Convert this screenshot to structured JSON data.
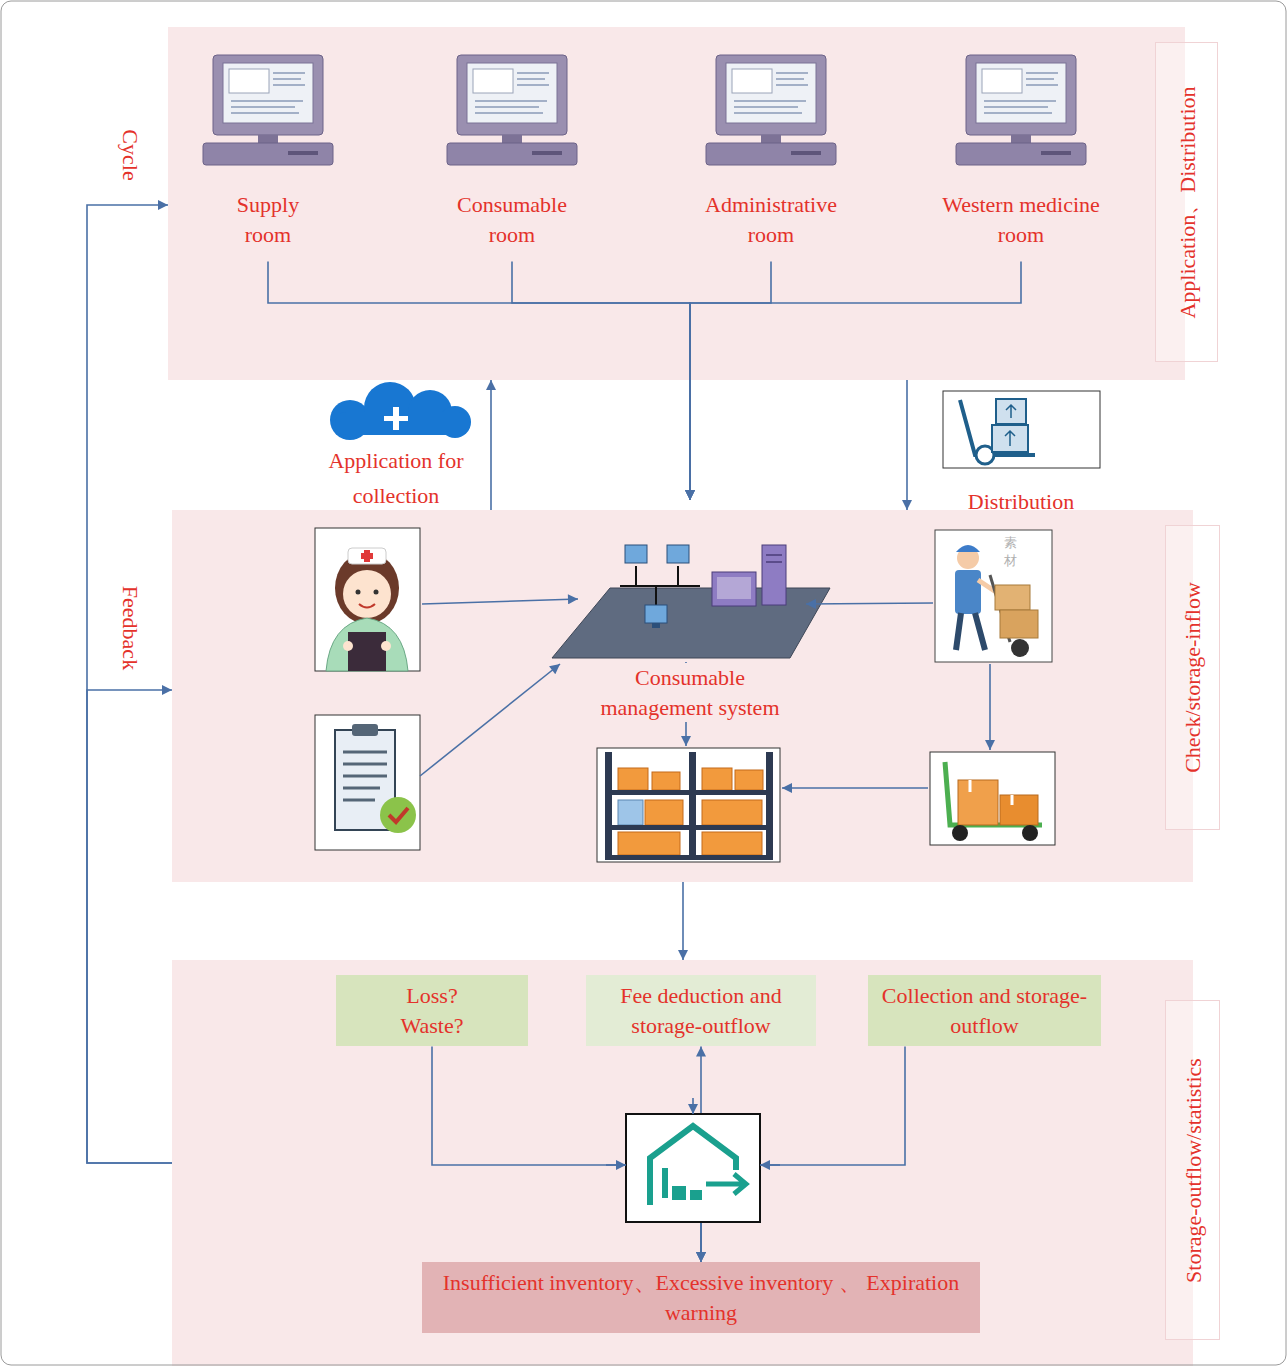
{
  "diagram": {
    "nodes": [
      {
        "text": [
          "Application、Distribution"
        ]
      },
      {
        "text": [
          "Supply room"
        ],
        "in": 0
      },
      {
        "text": [
          "Consumable room"
        ],
        "in": 0
      },
      {
        "text": [
          "Administrative room"
        ],
        "in": 0
      },
      {
        "text": [
          "Western medicine room"
        ],
        "in": 0
      },
      {
        "text": [
          "Check/storage-inflow"
        ]
      },
      {
        "text": [
          "Consumable management system"
        ],
        "in": 5
      },
      {
        "text": [
          "Storage-outflow/statistics"
        ]
      },
      {
        "text": [
          "Loss? Waste?"
        ],
        "in": 7
      },
      {
        "text": [
          "Fee deduction and storage-outflow"
        ],
        "in": 7
      },
      {
        "text": [
          "Collection and storage-outflow"
        ],
        "in": 7
      },
      {
        "text": [
          "Insufficient inventory、Excessive inventory 、 Expiration warning"
        ],
        "in": 7
      }
    ],
    "edges": [
      {
        "from": 1,
        "to": 6,
        "arrow": "to"
      },
      {
        "from": 2,
        "to": 6,
        "arrow": "to"
      },
      {
        "from": 3,
        "to": 6,
        "arrow": "to"
      },
      {
        "from": 4,
        "to": 6,
        "arrow": "to"
      },
      {
        "from": 5,
        "to": 0,
        "label": "Application for collection",
        "arrow": "to"
      },
      {
        "from": 0,
        "to": 5,
        "label": "Distribution",
        "arrow": "to"
      },
      {
        "from": 5,
        "to": 7,
        "arrow": "to"
      },
      {
        "from": 7,
        "to": 0,
        "label": "Cycle",
        "arrow": "to"
      },
      {
        "from": 7,
        "to": 5,
        "label": "Feedback",
        "arrow": "to"
      },
      {
        "from": 8,
        "to": 11,
        "arrow": "to"
      },
      {
        "from": 9,
        "to": 11,
        "arrow": "both"
      },
      {
        "from": 10,
        "to": 11,
        "arrow": "to"
      }
    ],
    "labels": [
      "素材"
    ]
  }
}
